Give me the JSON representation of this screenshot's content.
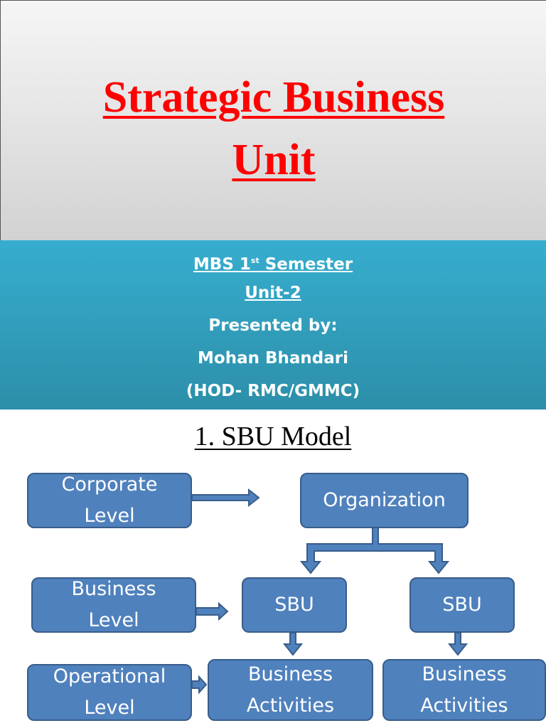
{
  "title": {
    "line1": "Strategic Business",
    "line2": "Unit"
  },
  "info": {
    "course_prefix": "MBS 1",
    "course_sup": "st",
    "course_suffix": " Semester",
    "unit": "Unit-2",
    "presented_by": "Presented by:",
    "presenter": "Mohan Bhandari",
    "affiliation": "(HOD- RMC/GMMC)"
  },
  "section_title": "1. SBU Model",
  "diagram": {
    "corporate_level": "Corporate\nLevel",
    "business_level": "Business\nLevel",
    "operational_level": "Operational\nLevel",
    "organization": "Organization",
    "sbu_left": "SBU",
    "sbu_right": "SBU",
    "activities_left": "Business\nActivities",
    "activities_right": "Business\nActivities"
  },
  "colors": {
    "title_red": "#ff0000",
    "band_blue": "#37adcf",
    "box_blue": "#4f81bd",
    "box_border": "#385d8a"
  }
}
